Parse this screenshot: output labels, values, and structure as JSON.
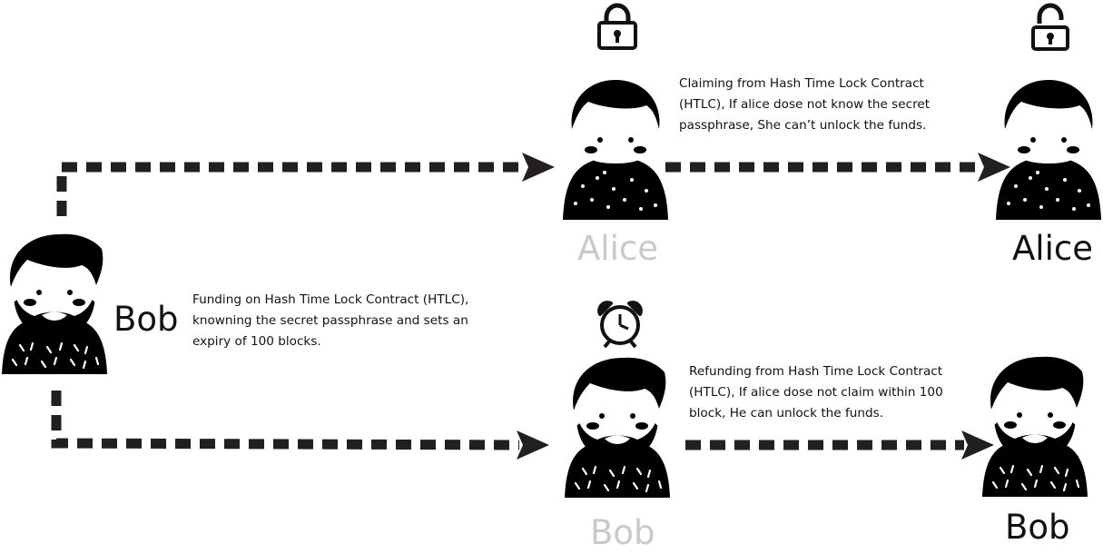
{
  "characters": {
    "bob_start": {
      "name": "Bob"
    },
    "alice_faded": {
      "name": "Alice"
    },
    "alice_final": {
      "name": "Alice"
    },
    "bob_faded": {
      "name": "Bob"
    },
    "bob_final": {
      "name": "Bob"
    }
  },
  "descriptions": {
    "funding": [
      "Funding on Hash Time Lock Contract (HTLC),",
      "knowning the secret passphrase and sets an",
      "expiry of 100 blocks."
    ],
    "claiming": [
      "Claiming from Hash Time Lock Contract",
      "(HTLC), If alice dose not know the secret",
      "passphrase, She can’t unlock the funds."
    ],
    "refunding": [
      "Refunding from Hash Time Lock Contract",
      "(HTLC), If alice dose not claim within 100",
      "block, He can unlock the funds."
    ]
  },
  "icons": {
    "locked": "padlock-closed-icon",
    "unlocked": "padlock-open-icon",
    "timer": "alarm-clock-icon"
  },
  "colors": {
    "ink": "#111111",
    "faded": "#c9c9c9",
    "cheek": "#e0a6a6",
    "arrow": "#231f20"
  }
}
